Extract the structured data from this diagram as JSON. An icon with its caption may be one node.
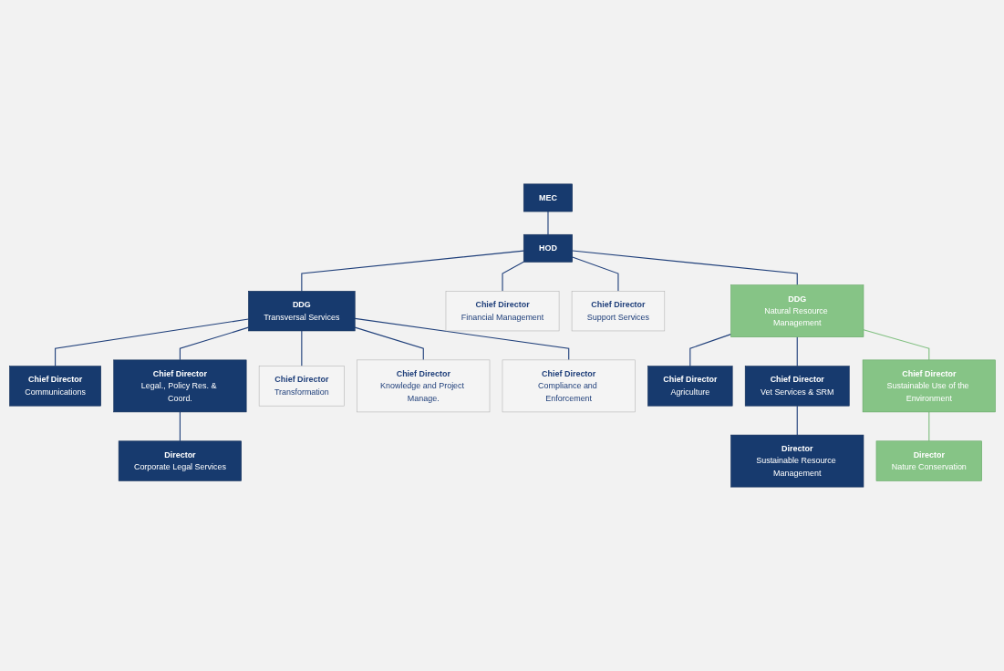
{
  "diagram": {
    "nodes": [
      {
        "text": [
          "MEC"
        ]
      },
      {
        "text": [
          "HOD"
        ]
      },
      {
        "text": [
          "DDG",
          "Transversal Services"
        ]
      },
      {
        "text": [
          "DDG",
          "Natural Resource Management"
        ]
      },
      {
        "text": [
          "Chief Director",
          "Legal., Policy Res. & Coord."
        ]
      },
      {
        "text": [
          "Chief Director",
          "Knowledge and Project Manage."
        ]
      },
      {
        "text": [
          "Chief Director",
          "Communications"
        ]
      },
      {
        "text": [
          "Chief Director",
          "Transformation"
        ]
      },
      {
        "text": [
          "Chief Director",
          "Compliance and Enforcement"
        ]
      },
      {
        "text": [
          "Chief Director",
          "Financial Management"
        ]
      },
      {
        "text": [
          "Chief Director",
          "Support Services"
        ]
      },
      {
        "text": [
          "Chief Director",
          "Agriculture"
        ]
      },
      {
        "text": [
          "Chief Director",
          "Vet Services & SRM"
        ]
      },
      {
        "text": [
          "Chief Director",
          "Sustainable Use of the Environment"
        ]
      },
      {
        "text": [
          "Director",
          "Corporate Legal Services"
        ]
      },
      {
        "text": [
          "Director",
          "Sustainable Resource Management"
        ]
      },
      {
        "text": [
          "Director",
          "Nature Conservation"
        ]
      }
    ],
    "edges": [
      {
        "from": 0,
        "to": 1,
        "arrow": "none"
      },
      {
        "from": 1,
        "to": 2,
        "arrow": "none"
      },
      {
        "from": 1,
        "to": 9,
        "arrow": "none"
      },
      {
        "from": 1,
        "to": 10,
        "arrow": "none"
      },
      {
        "from": 1,
        "to": 3,
        "arrow": "none"
      },
      {
        "from": 2,
        "to": 6,
        "arrow": "none"
      },
      {
        "from": 2,
        "to": 4,
        "arrow": "none"
      },
      {
        "from": 2,
        "to": 7,
        "arrow": "none"
      },
      {
        "from": 2,
        "to": 5,
        "arrow": "none"
      },
      {
        "from": 2,
        "to": 8,
        "arrow": "none"
      },
      {
        "from": 4,
        "to": 14,
        "arrow": "none"
      },
      {
        "from": 3,
        "to": 11,
        "arrow": "none"
      },
      {
        "from": 3,
        "to": 12,
        "arrow": "none"
      },
      {
        "from": 3,
        "to": 13,
        "arrow": "none",
        "color": "#7fbf7f"
      },
      {
        "from": 12,
        "to": 15,
        "arrow": "none"
      },
      {
        "from": 13,
        "to": 16,
        "arrow": "none",
        "color": "#7fbf7f"
      }
    ]
  }
}
